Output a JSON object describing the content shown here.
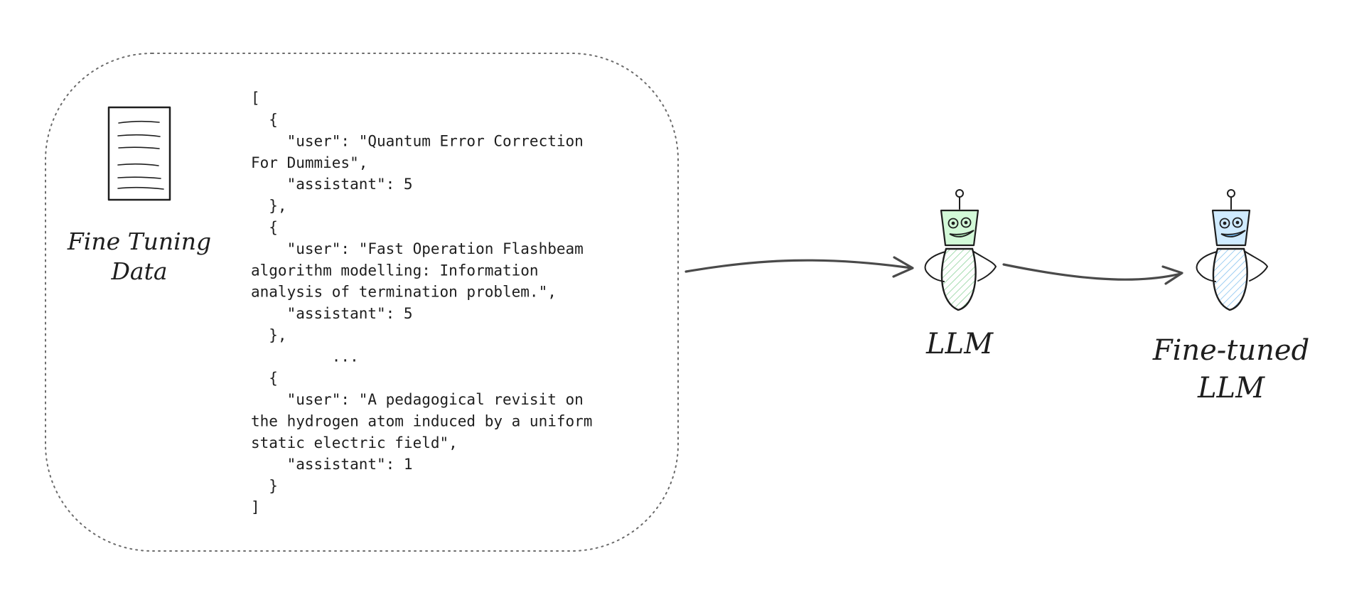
{
  "data_section": {
    "label_line1": "Fine Tuning",
    "label_line2": "Data",
    "icon": "document-icon",
    "json_lines": [
      "[",
      "  {",
      "    \"user\": \"Quantum Error Correction",
      "For Dummies\",",
      "    \"assistant\": 5",
      "  },",
      "  {",
      "    \"user\": \"Fast Operation Flashbeam",
      "algorithm modelling: Information",
      "analysis of termination problem.\",",
      "    \"assistant\": 5",
      "  },",
      "         ...",
      "  {",
      "    \"user\": \"A pedagogical revisit on",
      "the hydrogen atom induced by a uniform",
      "static electric field\",",
      "    \"assistant\": 1",
      "  }",
      "]"
    ]
  },
  "models": {
    "base": {
      "label": "LLM",
      "icon": "robot-icon",
      "color": "#b2f2bb"
    },
    "finetuned": {
      "label_line1": "Fine-tuned",
      "label_line2": "LLM",
      "icon": "robot-icon",
      "color": "#a5d8ff"
    }
  }
}
